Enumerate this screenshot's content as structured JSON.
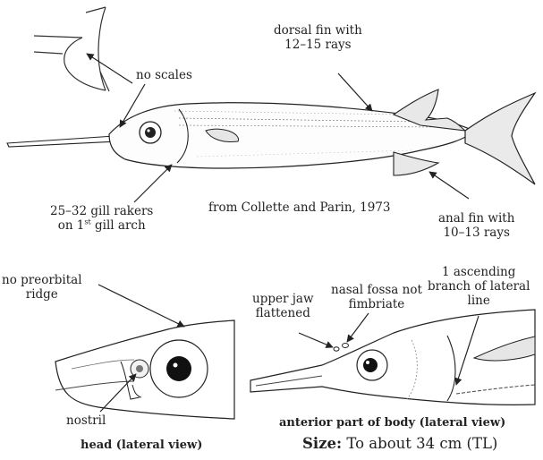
{
  "labels": {
    "no_scales": "no scales",
    "dorsal_fin_1": "dorsal fin with",
    "dorsal_fin_2": "12–15 rays",
    "gill_rakers_1": "25–32 gill rakers",
    "gill_rakers_2a": "on 1",
    "gill_rakers_sup": "st",
    "gill_rakers_2b": " gill arch",
    "source": "from Collette and Parin, 1973",
    "anal_fin_1": "anal fin with",
    "anal_fin_2": "10–13 rays",
    "no_preorbital_1": "no preorbital",
    "no_preorbital_2": "ridge",
    "nostril": "nostril",
    "upper_jaw_1": "upper jaw",
    "upper_jaw_2": "flattened",
    "nasal_fossa_1": "nasal fossa not",
    "nasal_fossa_2": "fimbriate",
    "lateral_line_1": "1 ascending",
    "lateral_line_2": "branch of lateral",
    "lateral_line_3": "line"
  },
  "captions": {
    "head": "head (lateral view)",
    "anterior": "anterior part of body (lateral view)"
  },
  "size": {
    "label": "Size:",
    "value": " To about 34 cm (TL)"
  }
}
